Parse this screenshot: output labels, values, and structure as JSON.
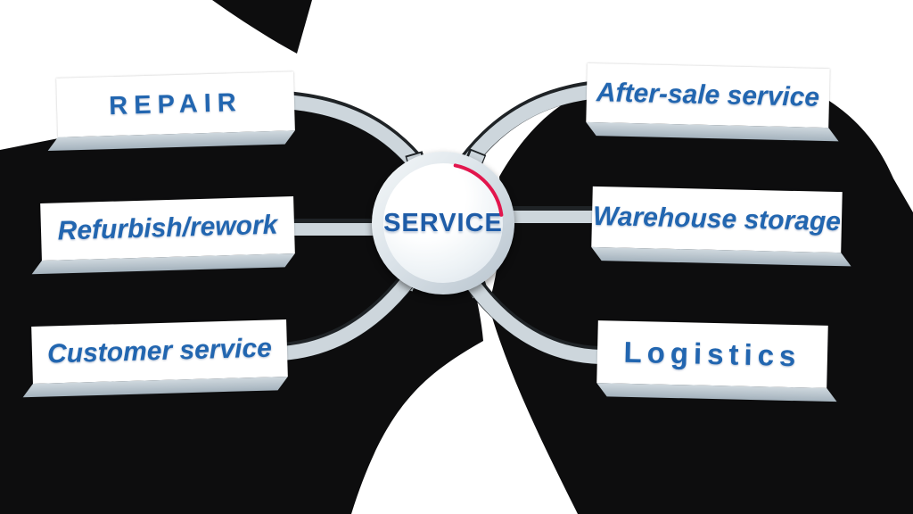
{
  "diagram": {
    "center_label": "SERVICE",
    "left_items": [
      "REPAIR",
      "Refurbish/rework",
      "Customer service"
    ],
    "right_items": [
      "After-sale service",
      "Warehouse storage",
      "Logistics"
    ],
    "colors": {
      "label_blue": "#2266b0",
      "hub_text_blue": "#1e5ca7",
      "connector_gray": "#cdd6dc",
      "connector_edge_dark": "#1f2326",
      "shadow_black": "#0d0d0e",
      "accent_red": "#e2164d"
    },
    "icons": [
      "accent-arc-icon"
    ]
  }
}
